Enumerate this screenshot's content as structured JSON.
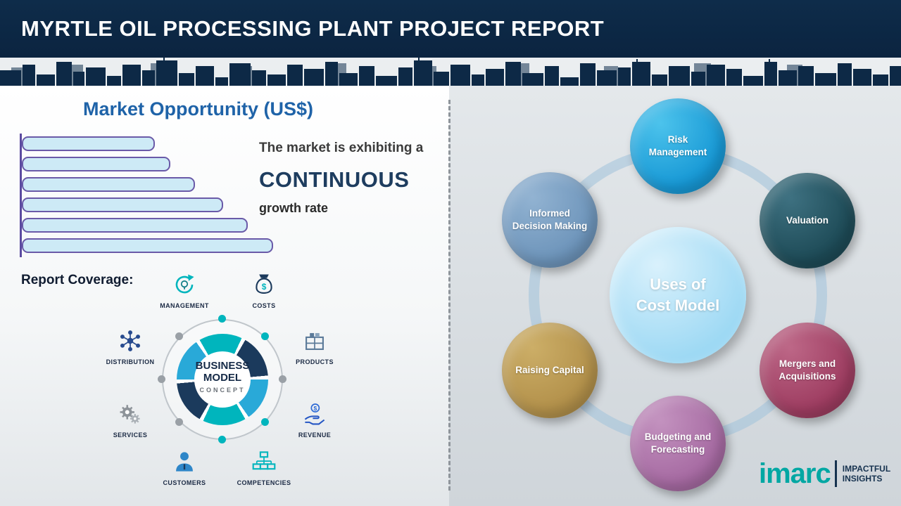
{
  "header": {
    "title": "MYRTLE OIL PROCESSING PLANT PROJECT REPORT"
  },
  "left": {
    "section_title": "Market Opportunity (US$)",
    "growth": {
      "line1": "The market is exhibiting a",
      "line2": "CONTINUOUS",
      "line3": "growth rate"
    },
    "report_coverage_label": "Report Coverage:",
    "business_model": {
      "center_line1": "BUSINESS",
      "center_line2": "MODEL",
      "center_line3": "CONCEPT",
      "items": [
        {
          "label": "MANAGEMENT",
          "icon": "management-icon"
        },
        {
          "label": "COSTS",
          "icon": "costs-icon"
        },
        {
          "label": "DISTRIBUTION",
          "icon": "distribution-icon"
        },
        {
          "label": "PRODUCTS",
          "icon": "products-icon"
        },
        {
          "label": "SERVICES",
          "icon": "services-icon"
        },
        {
          "label": "REVENUE",
          "icon": "revenue-icon"
        },
        {
          "label": "CUSTOMERS",
          "icon": "customers-icon"
        },
        {
          "label": "COMPETENCIES",
          "icon": "competencies-icon"
        }
      ]
    }
  },
  "chart_data": {
    "type": "bar",
    "orientation": "horizontal",
    "title": "Market Opportunity (US$)",
    "values": [
      53,
      59,
      69,
      80,
      90,
      100
    ],
    "value_unit": "relative bar length, percent of longest bar (axis unlabeled)",
    "annotation": "The market is exhibiting a CONTINUOUS growth rate",
    "bar_fill": "#cdeaf6",
    "bar_border": "#6a5aa8",
    "grid": false,
    "legend": false
  },
  "right": {
    "center": {
      "label": "Uses of Cost Model",
      "color": "#9ed9f4"
    },
    "circles": [
      {
        "label": "Risk Management",
        "color": "#1798d5",
        "light": "#4cc3ec"
      },
      {
        "label": "Valuation",
        "color": "#1d4a56",
        "light": "#3e7181"
      },
      {
        "label": "Mergers and Acquisitions",
        "color": "#9d3c60",
        "light": "#bd6787"
      },
      {
        "label": "Budgeting and Forecasting",
        "color": "#a569a1",
        "light": "#c392bf"
      },
      {
        "label": "Raising Capital",
        "color": "#b2904a",
        "light": "#ccae67"
      },
      {
        "label": "Informed Decision Making",
        "color": "#6d94ba",
        "light": "#92b3d2"
      }
    ]
  },
  "brand": {
    "name": "imarc",
    "tagline_line1": "IMPACTFUL",
    "tagline_line2": "INSIGHTS",
    "color": "#00a7a3"
  }
}
